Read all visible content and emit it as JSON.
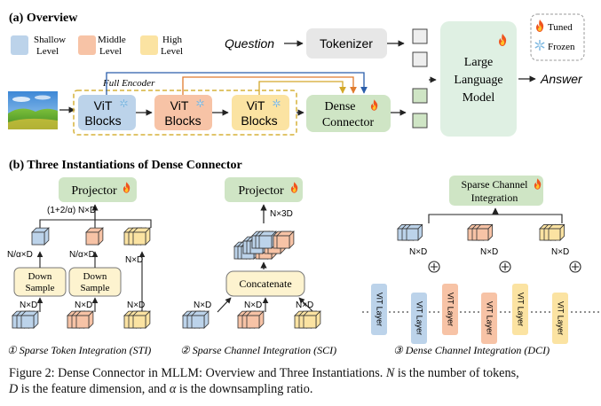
{
  "overview": {
    "title": "(a) Overview",
    "legend": {
      "shallow": [
        "Shallow",
        "Level"
      ],
      "middle": [
        "Middle",
        "Level"
      ],
      "high": [
        "High",
        "Level"
      ],
      "tuned": "Tuned",
      "frozen": "Frozen"
    },
    "question": "Question",
    "tokenizer": "Tokenizer",
    "llm": [
      "Large",
      "Language",
      "Model"
    ],
    "answer": "Answer",
    "full_encoder": "Full Encoder",
    "vit_blocks": [
      "ViT",
      "Blocks"
    ],
    "dense_connector": [
      "Dense",
      "Connector"
    ]
  },
  "instantiations": {
    "title": "(b) Three Instantiations of Dense Connector",
    "sti": {
      "projector": "Projector",
      "dim_top": "(1+2/α) N×D",
      "dim_left": "N/α×D",
      "dim_mid": "N/α×D",
      "dim_right": "N×D",
      "downsample": [
        "Down",
        "Sample"
      ],
      "bottom_dims": [
        "N×D",
        "N×D",
        "N×D"
      ],
      "label": "① Sparse Token Integration (STI)"
    },
    "sci": {
      "projector": "Projector",
      "dim_top": "N×3D",
      "concatenate": "Concatenate",
      "bottom_dims": [
        "N×D",
        "N×D",
        "N×D"
      ],
      "label": "② Sparse Channel Integration (SCI)"
    },
    "dci": {
      "integration": [
        "Sparse Channel",
        "Integration"
      ],
      "dims": [
        "N×D",
        "N×D",
        "N×D"
      ],
      "vit_layer": "ViT Layer",
      "label": "③ Dense Channel Integration (DCI)"
    }
  },
  "caption": {
    "part1": "Figure 2: Dense Connector in MLLM: Overview and Three Instantiations. ",
    "n": "N",
    "part2": " is the number of tokens,",
    "d": "D",
    "part3": " is the feature dimension, and ",
    "alpha": "α",
    "part4": " is the downsampling ratio."
  },
  "colors": {
    "shallow": "#bcd3ea",
    "middle": "#f7c3a6",
    "high": "#fbe3a2",
    "green": "#cfe5c5",
    "gray": "#e7e7e7",
    "encoder_border": "#d6b23a",
    "arrow_blue": "#2a5eab",
    "arrow_orange": "#e07b2e",
    "arrow_yellow": "#d3a82a"
  }
}
